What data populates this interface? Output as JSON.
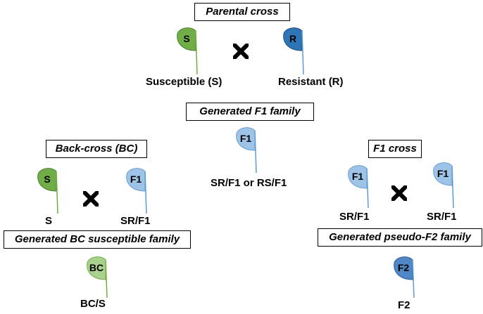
{
  "headings": {
    "parental_cross": "Parental cross",
    "generated_f1": "Generated F1 family",
    "back_cross": "Back-cross (BC)",
    "f1_cross": "F1 cross",
    "generated_bc": "Generated BC susceptible family",
    "generated_pseudo_f2": "Generated pseudo-F2 family"
  },
  "plants": {
    "parent_s": {
      "leaf": "S",
      "caption": "Susceptible (S)",
      "color": "#70ad47",
      "stem": "#70ad47"
    },
    "parent_r": {
      "leaf": "R",
      "caption": "Resistant (R)",
      "color": "#2e75b6",
      "stem": "#2e75b6"
    },
    "f1": {
      "leaf": "F1",
      "caption": "SR/F1 or RS/F1",
      "color": "#9dc3e6",
      "stem": "#5b9bd5"
    },
    "bc_s": {
      "leaf": "S",
      "caption": "S",
      "color": "#70ad47",
      "stem": "#70ad47"
    },
    "bc_f1": {
      "leaf": "F1",
      "caption": "SR/F1",
      "color": "#9dc3e6",
      "stem": "#5b9bd5"
    },
    "f1cross_a": {
      "leaf": "F1",
      "caption": "SR/F1",
      "color": "#9dc3e6",
      "stem": "#5b9bd5"
    },
    "f1cross_b": {
      "leaf": "F1",
      "caption": "SR/F1",
      "color": "#9dc3e6",
      "stem": "#5b9bd5"
    },
    "bc": {
      "leaf": "BC",
      "caption": "BC/S",
      "color": "#a9d18e",
      "stem": "#70ad47"
    },
    "f2": {
      "leaf": "F2",
      "caption": "F2",
      "color": "#4f87c7",
      "stem": "#5b9bd5"
    }
  },
  "icons": {
    "cross": "cross-icon"
  }
}
